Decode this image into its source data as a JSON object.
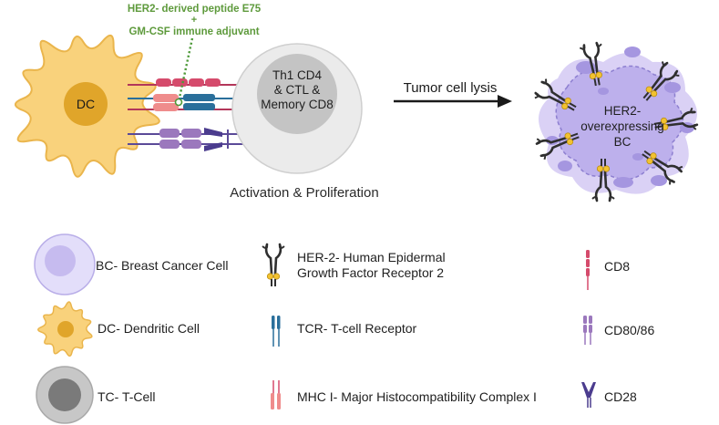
{
  "diagram": {
    "peptide_line1": "HER2- derived peptide E75",
    "peptide_plus": "+",
    "peptide_line2": "GM-CSF immune adjuvant",
    "dc_label": "DC",
    "tcell_label_1": "Th1 CD4",
    "tcell_label_2": "& CTL &",
    "tcell_label_3": "Memory CD8",
    "arrow_label": "Tumor cell lysis",
    "activation_label": "Activation & Proliferation",
    "bc_label_1": "HER2-",
    "bc_label_2": "overexpressing",
    "bc_label_3": "BC"
  },
  "legend": {
    "bc": "BC- Breast Cancer Cell",
    "dc": "DC- Dendritic Cell",
    "tc": "TC- T-Cell",
    "her2_1": "HER-2- Human Epidermal",
    "her2_2": "Growth Factor Receptor 2",
    "tcr": "TCR- T-cell Receptor",
    "mhc": "MHC I- Major Histocompatibility Complex I",
    "cd8": "CD8",
    "cd80": "CD80/86",
    "cd28": "CD28"
  },
  "colors": {
    "dc_body": "#f9d27c",
    "dc_outline": "#eab54c",
    "dc_nucleus": "#e0a52a",
    "tcell_outer": "#ebebeb",
    "tcell_inner": "#c4c4c4",
    "bc_body": "#c3b7ef",
    "bc_accent": "#a596e0",
    "green_text": "#5e9a3c",
    "cd8": "#d54b6c",
    "tcr": "#2a6f9b",
    "mhc": "#ef8c8c",
    "cd80": "#9b78bd",
    "cd28": "#4b3c8e"
  },
  "icons": [
    "her2-receptor-icon",
    "dendritic-cell-icon",
    "t-cell-icon",
    "breast-cancer-cell-icon"
  ]
}
